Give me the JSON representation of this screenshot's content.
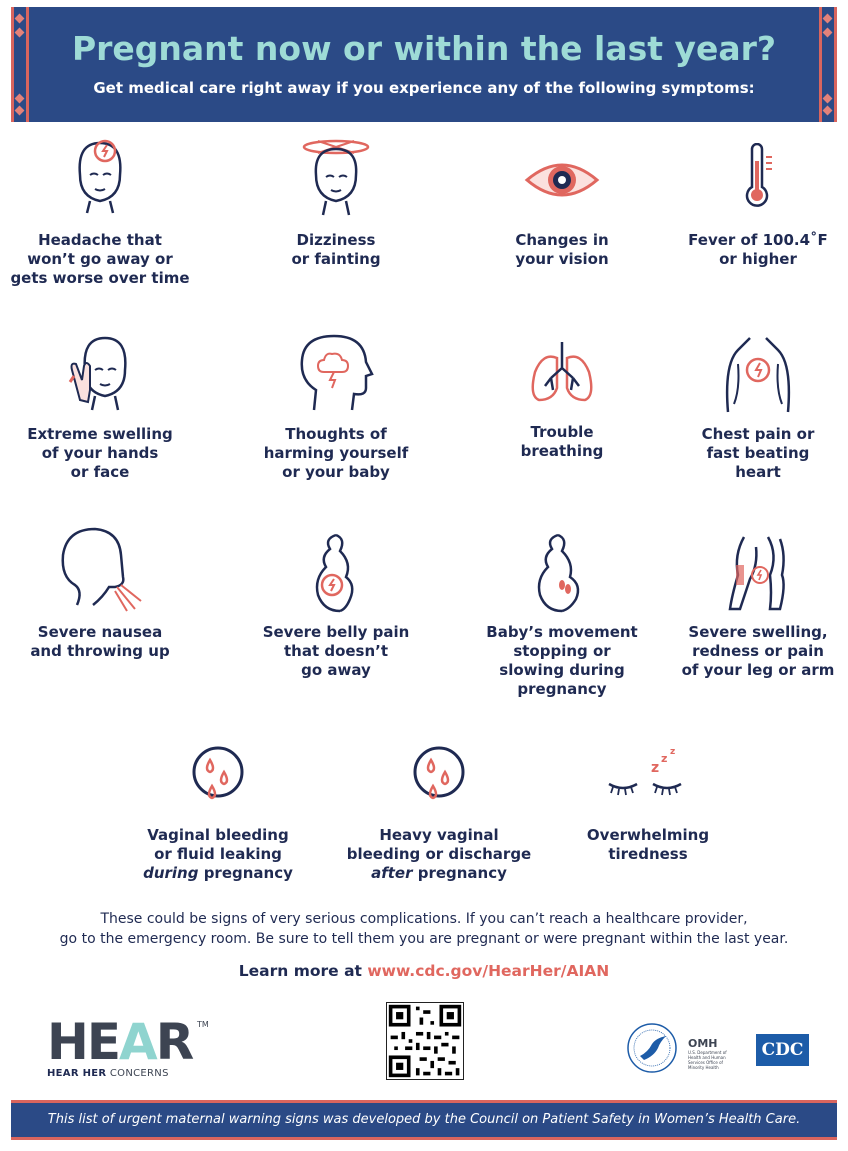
{
  "header": {
    "title": "Pregnant now or within the last year?",
    "subtitle": "Get medical care right away if you experience any of the following symptoms:"
  },
  "symptoms": {
    "headache": [
      "Headache that",
      "won’t go away or",
      "gets worse over time"
    ],
    "dizziness": [
      "Dizziness",
      "or fainting"
    ],
    "vision": [
      "Changes in",
      "your vision"
    ],
    "fever": [
      "Fever of 100.4˚F",
      "or higher"
    ],
    "swelling": [
      "Extreme swelling",
      "of your hands",
      "or face"
    ],
    "thoughts": [
      "Thoughts of",
      "harming yourself",
      "or your baby"
    ],
    "breathing": [
      "Trouble",
      "breathing"
    ],
    "chest": [
      "Chest pain or",
      "fast beating",
      "heart"
    ],
    "nausea": [
      "Severe nausea",
      "and throwing up"
    ],
    "belly": [
      "Severe belly pain",
      "that doesn’t",
      "go away"
    ],
    "movement": [
      "Baby’s movement",
      "stopping or",
      "slowing during",
      "pregnancy"
    ],
    "leg": [
      "Severe swelling,",
      "redness or pain",
      "of your leg or arm"
    ],
    "bleeding_during": {
      "l1": "Vaginal bleeding",
      "l2": "or fluid leaking",
      "em": "during",
      "rest": " pregnancy"
    },
    "bleeding_after": {
      "l1": "Heavy vaginal",
      "l2": "bleeding or discharge",
      "em": "after",
      "rest": " pregnancy"
    },
    "tiredness": [
      "Overwhelming",
      "tiredness"
    ]
  },
  "note": {
    "line1": "These could be signs of very serious complications. If you can’t reach a healthcare provider,",
    "line2": "go to the emergency room. Be sure to tell them you are pregnant or were pregnant within the last year."
  },
  "learn": {
    "prefix": "Learn more at ",
    "url": "www.cdc.gov/HearHer/AIAN"
  },
  "hear_logo": {
    "word_h": "HE",
    "word_a": "A",
    "word_r": "R",
    "tm": "TM",
    "tag_bold": "HEAR HER",
    "tag_rest": " CONCERNS"
  },
  "omh_logo": {
    "name": "OMH",
    "sub": "U.S. Department of Health and Human Services Office of Minority Health"
  },
  "cdc_logo": "CDC",
  "footer": "This list of urgent maternal warning signs was developed by the Council on Patient Safety in Women’s Health Care.",
  "colors": {
    "navy": "#2b4a86",
    "coral": "#e0675f",
    "teal": "#9edbd6",
    "text": "#1f2a52"
  }
}
